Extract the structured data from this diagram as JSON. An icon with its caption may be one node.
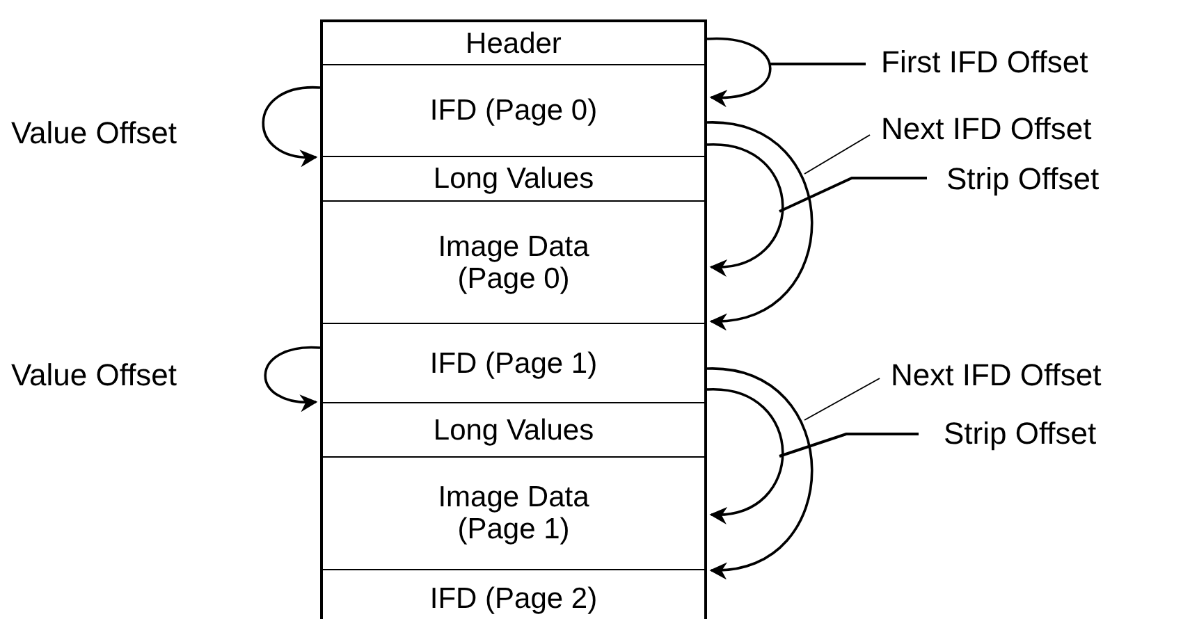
{
  "diagram": {
    "nodes": [
      {
        "text": [
          "Header"
        ]
      },
      {
        "text": [
          "IFD (Page 0)"
        ]
      },
      {
        "text": [
          "Long Values"
        ]
      },
      {
        "text": [
          "Image Data (Page 0)"
        ]
      },
      {
        "text": [
          "IFD (Page 1)"
        ]
      },
      {
        "text": [
          "Long Values"
        ]
      },
      {
        "text": [
          "Image Data (Page 1)"
        ]
      },
      {
        "text": [
          "IFD (Page 2)"
        ]
      }
    ],
    "edges": [
      {
        "from": 0,
        "to": 1,
        "arrow": "to",
        "label": "First IFD Offset"
      },
      {
        "from": 1,
        "to": 2,
        "arrow": "to",
        "label": "Value Offset"
      },
      {
        "from": 1,
        "to": 3,
        "arrow": "to",
        "label": "Strip Offset"
      },
      {
        "from": 1,
        "to": 4,
        "arrow": "to",
        "label": "Next IFD Offset"
      },
      {
        "from": 4,
        "to": 5,
        "arrow": "to",
        "label": "Value Offset"
      },
      {
        "from": 4,
        "to": 6,
        "arrow": "to",
        "label": "Strip Offset"
      },
      {
        "from": 4,
        "to": 7,
        "arrow": "to",
        "label": "Next IFD Offset"
      }
    ]
  }
}
